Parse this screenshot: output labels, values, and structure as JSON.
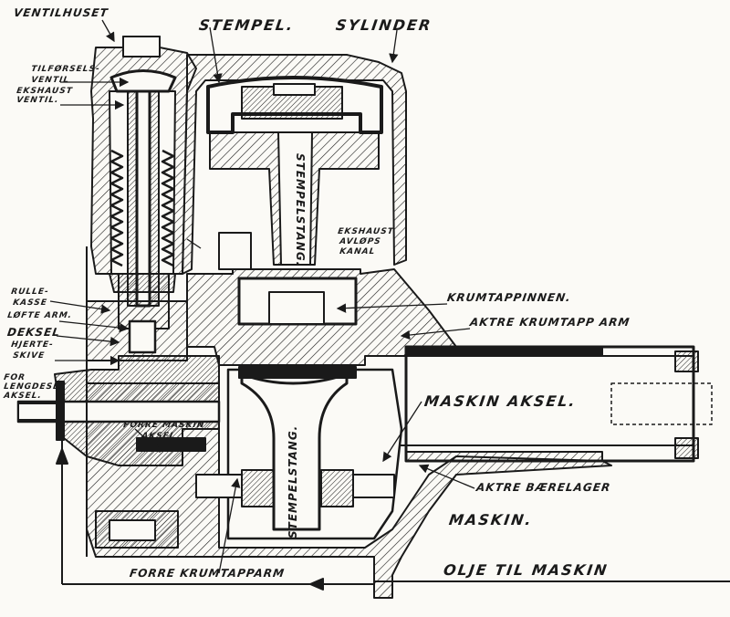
{
  "title": "Engine cross-section",
  "labels": {
    "ventilhuset": "VENTILHUSET",
    "stempel": "STEMPEL.",
    "sylinder": "SYLINDER",
    "tilforsels_ventil_1": "TILFØRSELS-",
    "tilforsels_ventil_2": "VENTIL",
    "ekshaust_ventil_1": "EKSHAUST",
    "ekshaust_ventil_2": "VENTIL.",
    "stempelstang_upper": "STEMPELSTANG.",
    "ekshaust_avlops_kanal_1": "EKSHAUST",
    "ekshaust_avlops_kanal_2": "AVLØPS",
    "ekshaust_avlops_kanal_3": "KANAL",
    "rulle_kasse_1": "RULLE-",
    "rulle_kasse_2": "KASSE",
    "lofte_arm": "LØFTE ARM.",
    "deksel": "DEKSEL",
    "hjerte_skive_1": "HJERTE-",
    "hjerte_skive_2": "SKIVE",
    "for_lengdesaksel_1": "FOR",
    "for_lengdesaksel_2": "LENGDESES",
    "for_lengdesaksel_3": "AKSEL.",
    "krumtappinnen": "KRUMTAPPINNEN.",
    "aktre_krumtapp_arm": "AKTRE KRUMTAPP ARM",
    "maskin_aksel": "MASKIN AKSEL.",
    "forre_maskin_aksel_1": "FORRE MASKIN",
    "forre_maskin_aksel_2": "AKSEL",
    "stempelstang_lower": "STEMPELSTANG.",
    "aktre_baerelager": "AKTRE BÆRELAGER",
    "maskin": "MASKIN.",
    "forre_krumtapparm": "FORRE KRUMTAPPARM",
    "olje_til_maskin": "OLJE  TIL  MASKIN"
  },
  "colors": {
    "ink": "#1a1a1a",
    "paper": "#fbfaf6"
  }
}
